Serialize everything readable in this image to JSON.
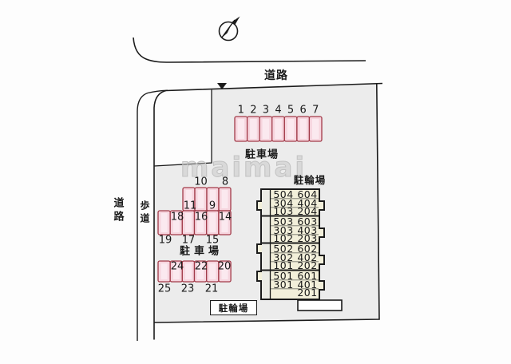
{
  "title": "site-plan",
  "compass": {
    "name": "north-arrow"
  },
  "roads": {
    "top_label": "道路",
    "left_label": "道路",
    "sidewalk_label": "歩道"
  },
  "areas": {
    "parking_top_label": "駐車場",
    "parking_mid_label": "駐車場",
    "bicycle_top_label": "駐輪場",
    "bicycle_bottom_label": "駐輪場"
  },
  "parking": {
    "row_top_numbers": [
      "1",
      "2",
      "3",
      "4",
      "5",
      "6",
      "7"
    ],
    "block_upper_above": [
      "10",
      "8"
    ],
    "block_upper_inside": [
      "11",
      "9"
    ],
    "block_mid_inside": [
      "18",
      "16",
      "14"
    ],
    "block_mid_below": [
      "19",
      "17",
      "15"
    ],
    "block_bottom_inside": [
      "24",
      "22",
      "20"
    ],
    "block_bottom_below": [
      "25",
      "23",
      "21"
    ]
  },
  "building": {
    "room_rows": [
      [
        "504",
        "604"
      ],
      [
        "304",
        "404"
      ],
      [
        "103",
        "204"
      ],
      [
        "503",
        "603"
      ],
      [
        "303",
        "403"
      ],
      [
        "102",
        "203"
      ],
      [
        "502",
        "602"
      ],
      [
        "302",
        "402"
      ],
      [
        "101",
        "202"
      ],
      [
        "501",
        "601"
      ],
      [
        "301",
        "401"
      ],
      [
        "",
        "201"
      ]
    ]
  },
  "watermark": {
    "text": "maimai"
  },
  "colors": {
    "plot_fill": "#ececec",
    "stall_fill": "#f6d5de",
    "stall_fill_light": "#fbe9ef",
    "stall_border": "#a23b49",
    "building_fill": "#f2efda",
    "corridor_fill": "#ebebe5",
    "line": "#1b1b1b",
    "watermark": "#c9c9c9"
  }
}
